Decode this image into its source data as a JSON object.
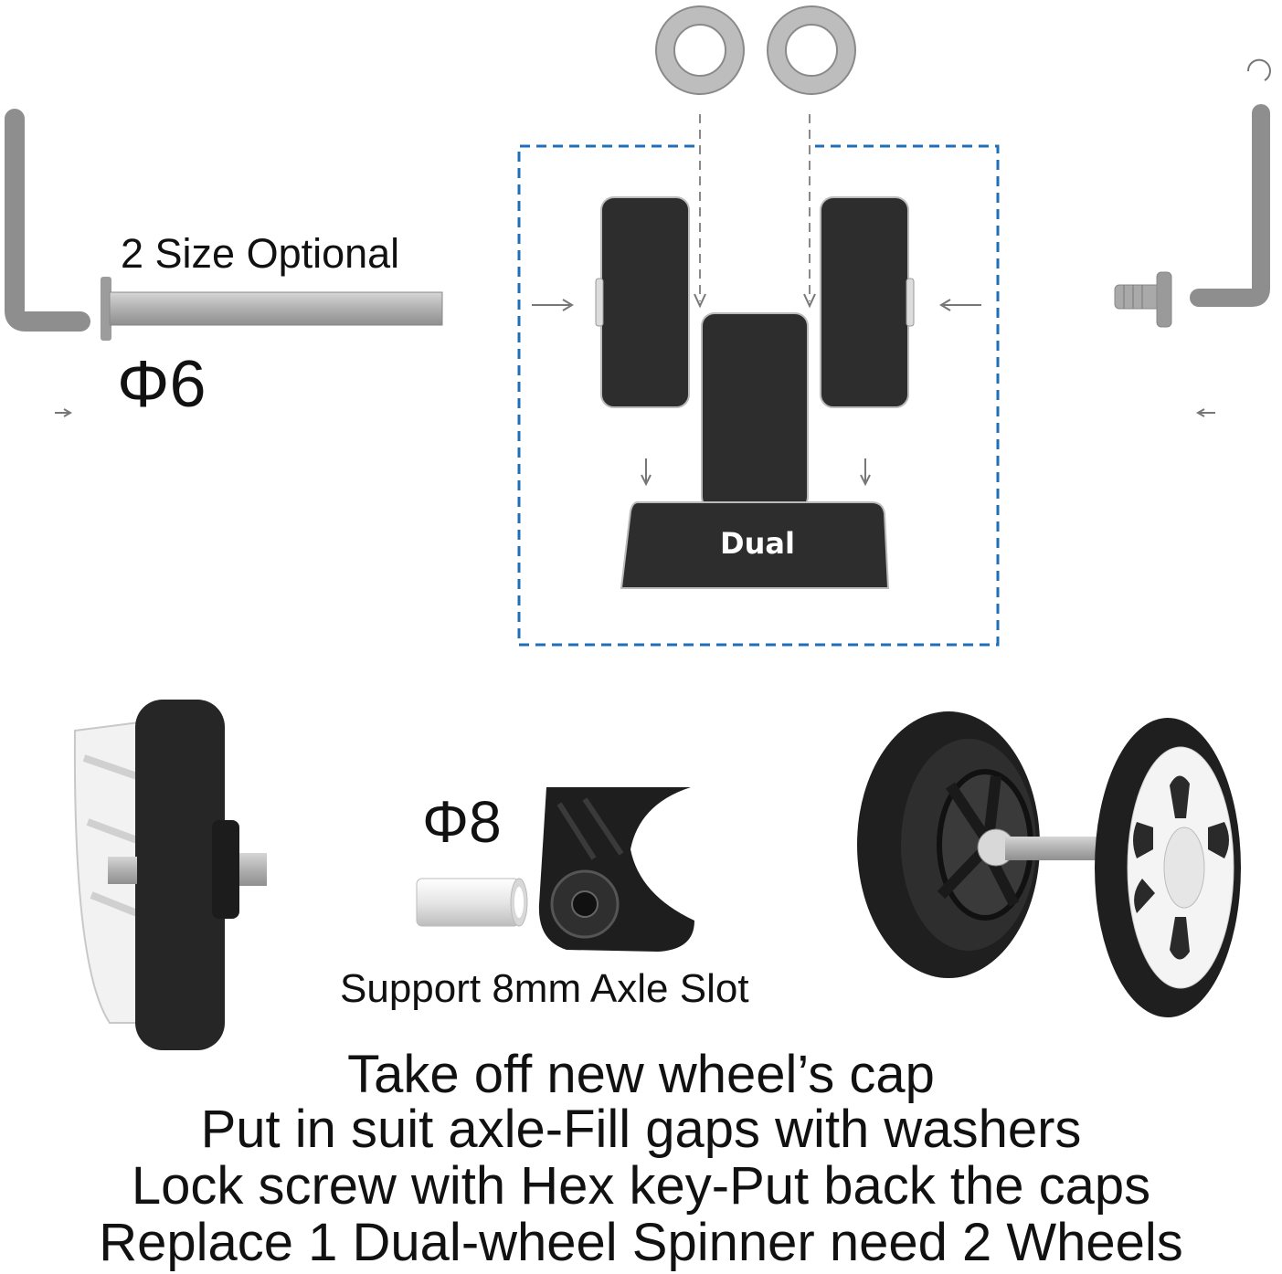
{
  "labels": {
    "size_optional": "2 Size Optional",
    "phi6": "Φ6",
    "phi8": "Φ8",
    "axle_slot": "Support 8mm Axle Slot",
    "dual": "Dual"
  },
  "instructions": [
    "Take off new wheel’s cap",
    "Put in suit axle-Fill gaps with washers",
    "Lock screw with Hex key-Put back the caps",
    "Replace 1 Dual-wheel Spinner need 2 Wheels"
  ],
  "colors": {
    "wheel": "#2a2a2a",
    "metal": "#a9a9a9",
    "dashed_box": "#1f6fb8",
    "hub_white": "#f0f0f0"
  }
}
